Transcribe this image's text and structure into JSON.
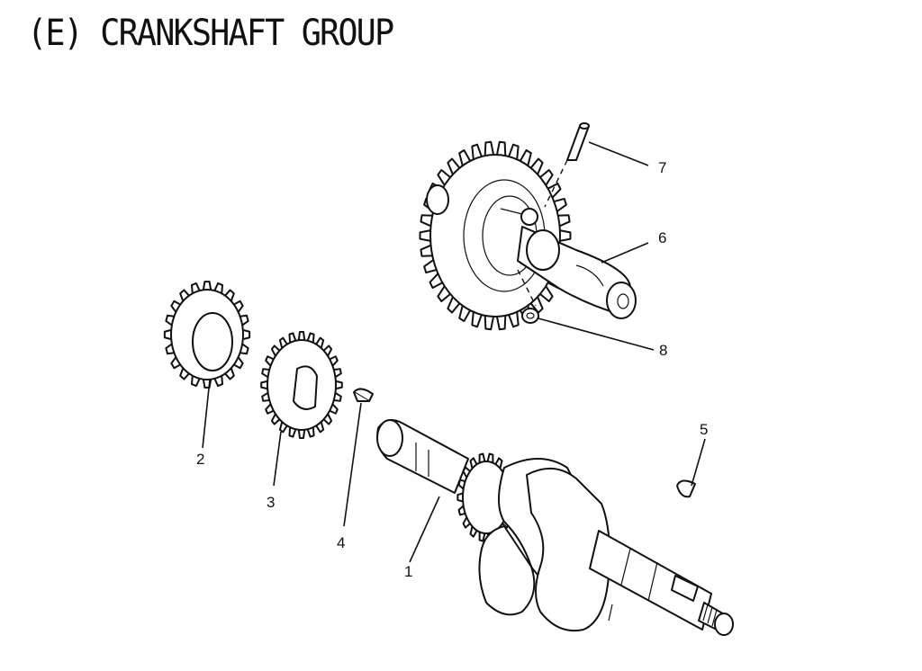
{
  "title": "(E) CRANKSHAFT GROUP",
  "callouts": [
    {
      "id": "1",
      "label": "1"
    },
    {
      "id": "2",
      "label": "2"
    },
    {
      "id": "3",
      "label": "3"
    },
    {
      "id": "4",
      "label": "4"
    },
    {
      "id": "5",
      "label": "5"
    },
    {
      "id": "6",
      "label": "6"
    },
    {
      "id": "7",
      "label": "7"
    },
    {
      "id": "8",
      "label": "8"
    }
  ]
}
